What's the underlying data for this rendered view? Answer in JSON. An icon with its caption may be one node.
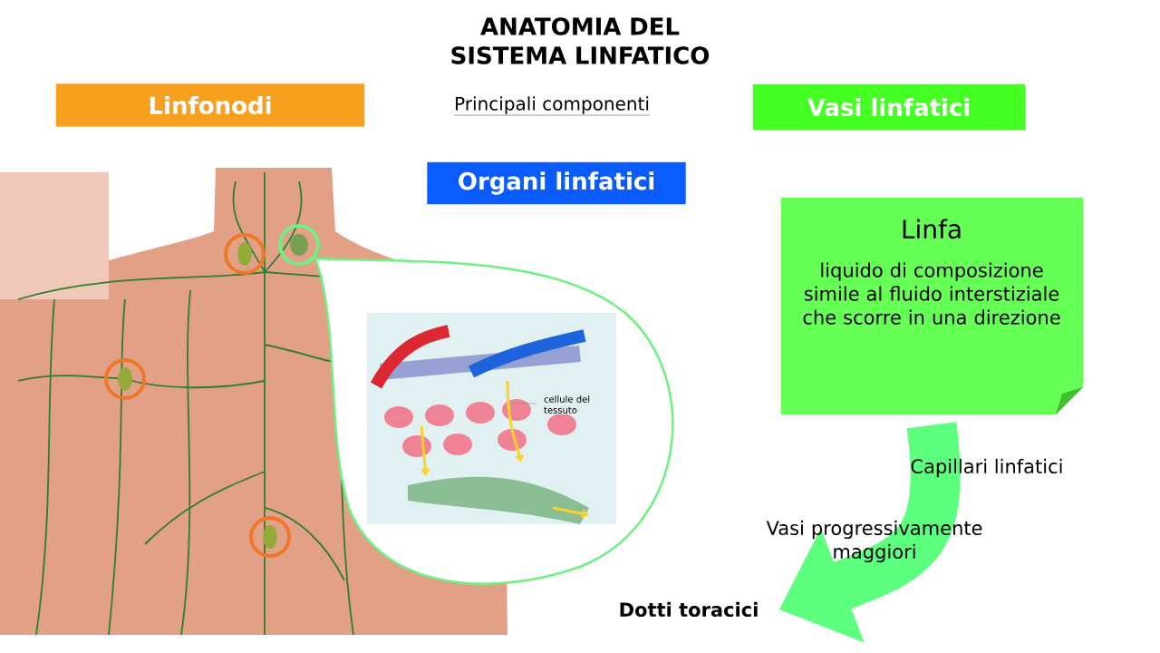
{
  "diagram": {
    "title": "ANATOMIA DEL SISTEMA LINFATICO",
    "nodes": [
      {
        "text": [
          "Linfonodi"
        ]
      },
      {
        "text": [
          "Vasi linfatici"
        ]
      },
      {
        "text": [
          "Organi linfatici"
        ]
      },
      {
        "text": [
          "Linfa",
          "liquido di composizione simile al fluido interstiziale che scorre in una direzione"
        ]
      },
      {
        "text": [
          "Dotti toracici"
        ]
      }
    ],
    "edges": [
      {
        "from": 3,
        "to": 4,
        "arrow": "to"
      }
    ],
    "labels": [
      "Principali componenti",
      "cellule del tessuto",
      "Capillari linfatici",
      "Vasi progressivamente maggiori"
    ]
  }
}
